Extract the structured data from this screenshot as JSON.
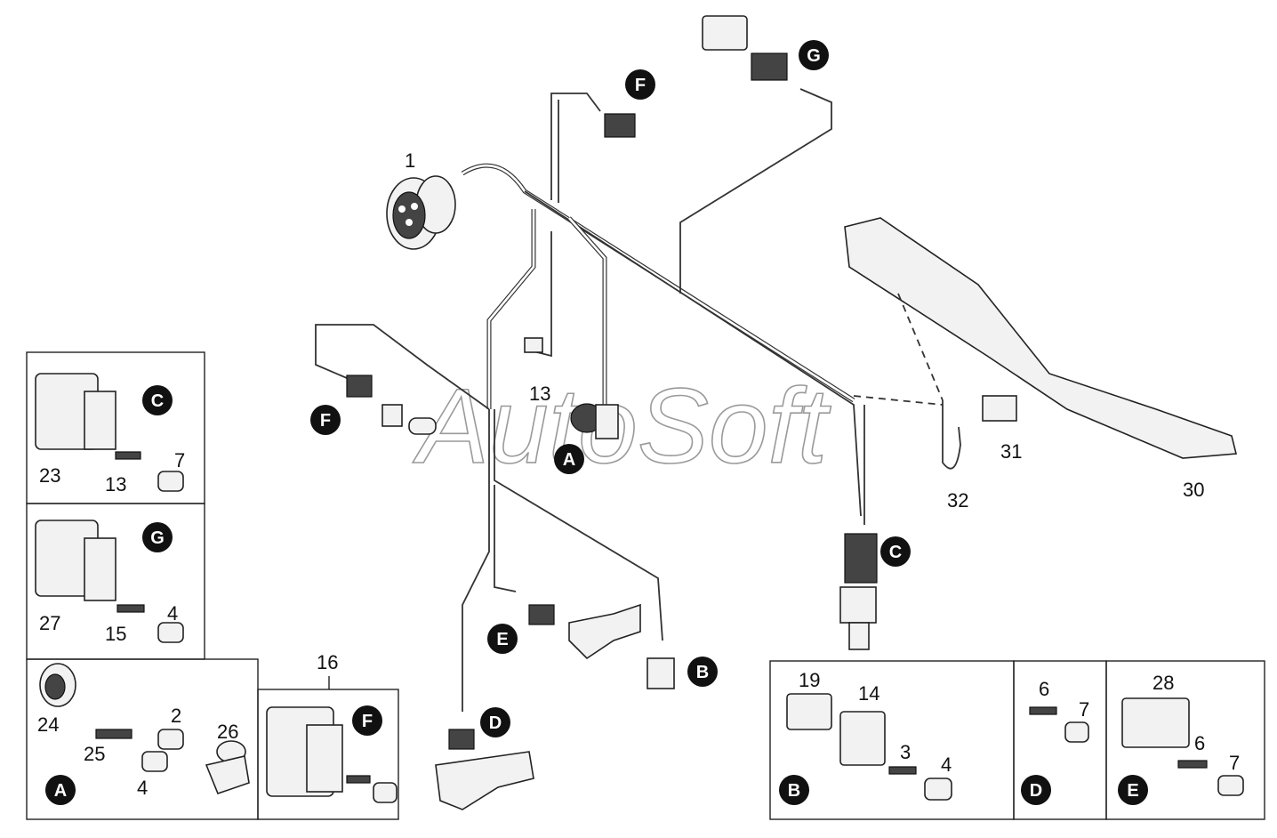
{
  "watermark": "AutoSoft",
  "labels": {
    "l1": "1",
    "l13a": "13",
    "l16": "16",
    "l30": "30",
    "l31": "31",
    "l32": "32",
    "l23": "23",
    "l13b": "13",
    "l7a": "7",
    "l27": "27",
    "l15": "15",
    "l4a": "4",
    "l24": "24",
    "l25": "25",
    "l2": "2",
    "l4b": "4",
    "l26": "26",
    "l19": "19",
    "l14": "14",
    "l3": "3",
    "l4c": "4",
    "l6a": "6",
    "l7b": "7",
    "l28": "28",
    "l6b": "6",
    "l7c": "7"
  },
  "badges": {
    "F_top": "F",
    "G_top": "G",
    "F_left": "F",
    "A_main": "A",
    "C_main": "C",
    "E_main": "E",
    "B_main": "B",
    "D_main": "D",
    "C_box": "C",
    "G_box": "G",
    "A_box": "A",
    "F_box": "F",
    "B_box": "B",
    "D_box": "D",
    "E_box": "E"
  }
}
